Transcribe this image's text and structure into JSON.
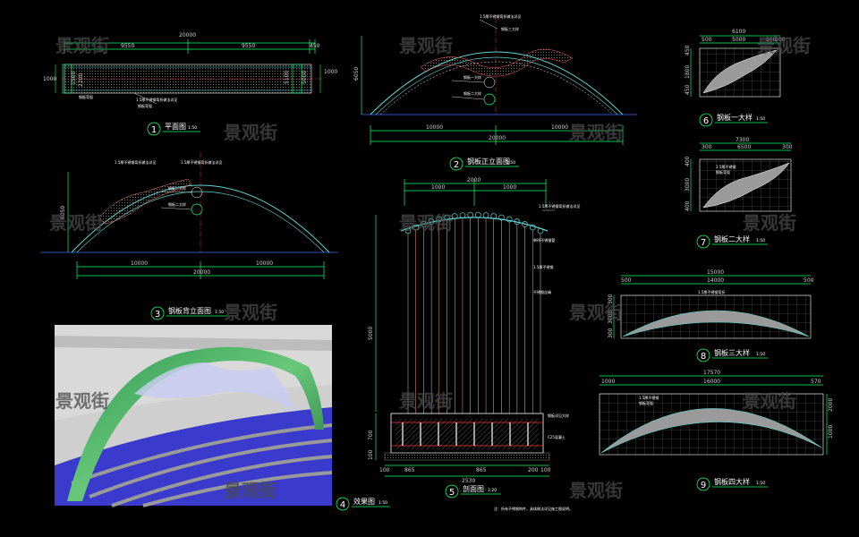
{
  "watermark": "景观街",
  "colors": {
    "background": "#000000",
    "arch": "#5fd3d3",
    "dimension": "#00ff66",
    "annotation": "#ff3333",
    "text": "#ffffff"
  },
  "plan": {
    "number": "1",
    "title": "平面图",
    "scale": "1:50",
    "dims": {
      "total": "20000",
      "left": "9550",
      "right": "9550",
      "end": "450",
      "h1": "1000",
      "h2": "1500",
      "h3": "2200",
      "h4": "1000",
      "h5": "5100",
      "h6": "5000"
    },
    "notes": [
      "1.5厚不锈钢弯折做法详见",
      "钢板弯弧"
    ]
  },
  "front": {
    "number": "2",
    "title": "钢板正立面图",
    "scale": "1:50",
    "dims": {
      "height": "6050",
      "left": "10000",
      "right": "10000",
      "total": "20000"
    },
    "notes": [
      "1.5厚不锈钢弯折做法详见",
      "钢板一大样",
      "钢板二大样",
      "钢板三大样"
    ]
  },
  "side": {
    "number": "3",
    "title": "钢板背立面图",
    "scale": "1:50",
    "dims": {
      "height": "6050",
      "left": "10000",
      "right": "10000",
      "total": "20000"
    },
    "notes": [
      "1.5厚不锈钢弯折做法详见",
      "钢板一大样",
      "钢板二大样"
    ]
  },
  "render": {
    "number": "4",
    "title": "效果图",
    "scale": "1:50"
  },
  "section": {
    "number": "5",
    "title": "剖面图",
    "scale": "1:20",
    "dims": {
      "top": "2000",
      "left": "1000",
      "right": "1000",
      "height": "5000",
      "base1": "700",
      "base2": "100",
      "w1": "100",
      "w2": "865",
      "w3": "865",
      "w4": "200",
      "w5": "100",
      "total": "2530"
    },
    "notes": [
      "1.5厚不锈钢弯折做法详见",
      "Φ89不锈钢管",
      "1.5厚不锈钢",
      "不锈钢丝绳",
      "钢板详见大样",
      "C25混凝土"
    ]
  },
  "detail6": {
    "number": "6",
    "title": "钢板一大样",
    "scale": "1:50",
    "dims": {
      "total": "6100",
      "a": "500",
      "b": "5000",
      "c": "500",
      "d": "100",
      "h1": "450",
      "h2": "1800",
      "h3": "450"
    }
  },
  "detail7": {
    "number": "7",
    "title": "钢板二大样",
    "scale": "1:50",
    "dims": {
      "total": "7300",
      "a": "300",
      "b": "6500",
      "c": "300",
      "h1": "400",
      "h2": "3000",
      "h3": "400"
    },
    "notes": [
      "1.5厚不锈钢",
      "钢板弯弧"
    ]
  },
  "detail8": {
    "number": "8",
    "title": "钢板三大样",
    "scale": "1:50",
    "dims": {
      "total": "15000",
      "a": "500",
      "b": "14000",
      "c": "500",
      "h1": "300",
      "h2": "3000",
      "h3": "300"
    },
    "notes": [
      "1.5厚不锈钢弯折"
    ]
  },
  "detail9": {
    "number": "9",
    "title": "钢板四大样",
    "scale": "1:50",
    "dims": {
      "total": "17570",
      "a": "1000",
      "b": "16000",
      "c": "570",
      "h1": "2000",
      "h2": "1000"
    },
    "notes": [
      "1.5厚不锈钢",
      "钢板弯弧"
    ]
  },
  "footnote": "注：所有不锈钢构件，具体做法详见施工图说明。"
}
